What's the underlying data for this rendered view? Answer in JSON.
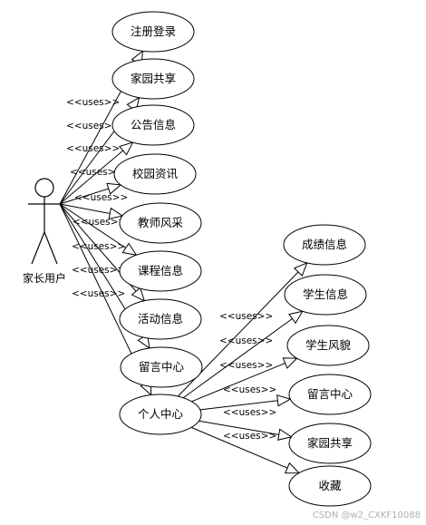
{
  "actor": {
    "label": "家长用户"
  },
  "stereotype": "<<uses>>",
  "use_cases": [
    {
      "id": "uc1",
      "label": "注册登录"
    },
    {
      "id": "uc2",
      "label": "家园共享"
    },
    {
      "id": "uc3",
      "label": "公告信息"
    },
    {
      "id": "uc4",
      "label": "校园资讯"
    },
    {
      "id": "uc5",
      "label": "教师风采"
    },
    {
      "id": "uc6",
      "label": "课程信息"
    },
    {
      "id": "uc7",
      "label": "活动信息"
    },
    {
      "id": "uc8",
      "label": "留言中心"
    },
    {
      "id": "uc9",
      "label": "个人中心"
    },
    {
      "id": "uc10",
      "label": "成绩信息"
    },
    {
      "id": "uc11",
      "label": "学生信息"
    },
    {
      "id": "uc12",
      "label": "学生风貌"
    },
    {
      "id": "uc13",
      "label": "留言中心"
    },
    {
      "id": "uc14",
      "label": "家园共享"
    },
    {
      "id": "uc15",
      "label": "收藏"
    }
  ],
  "relations": [
    {
      "from": "actor",
      "to": "uc1",
      "label": ""
    },
    {
      "from": "actor",
      "to": "uc2",
      "label": "<<uses>>"
    },
    {
      "from": "actor",
      "to": "uc3",
      "label": "<<uses>>"
    },
    {
      "from": "actor",
      "to": "uc4",
      "label": "<<uses>>"
    },
    {
      "from": "actor",
      "to": "uc5",
      "label": "<<uses>>"
    },
    {
      "from": "actor",
      "to": "uc6",
      "label": "<<uses>>"
    },
    {
      "from": "actor",
      "to": "uc7",
      "label": "<<uses>>"
    },
    {
      "from": "actor",
      "to": "uc8",
      "label": "<<uses>>"
    },
    {
      "from": "actor",
      "to": "uc9",
      "label": "<<uses>>"
    },
    {
      "from": "uc9",
      "to": "uc10",
      "label": "<<uses>>"
    },
    {
      "from": "uc9",
      "to": "uc11",
      "label": "<<uses>>"
    },
    {
      "from": "uc9",
      "to": "uc12",
      "label": "<<uses>>"
    },
    {
      "from": "uc9",
      "to": "uc13",
      "label": "<<uses>>"
    },
    {
      "from": "uc9",
      "to": "uc14",
      "label": "<<uses>>"
    },
    {
      "from": "uc9",
      "to": "uc15",
      "label": ""
    }
  ],
  "watermark": "CSDN @w2_CXKF10088"
}
